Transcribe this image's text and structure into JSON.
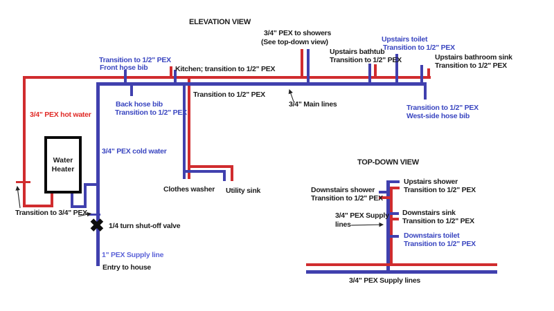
{
  "colors": {
    "hot_pipe": "#d02c2e",
    "cold_pipe": "#4040ae",
    "hot_text": "#e02a26",
    "cold_text": "#3a46c0",
    "supply_text": "#5c63d8",
    "ink": "#1c1c1c",
    "background": "#ffffff"
  },
  "icons": {
    "shutoff_valve": "✖"
  },
  "elevation": {
    "title": "ELEVATION VIEW",
    "labels": {
      "showers": {
        "line1": "3/4\" PEX to showers",
        "line2": "(See top-down view)"
      },
      "upstairs_bathtub": {
        "line1": "Upstairs bathtub",
        "line2": "Transition to 1/2\" PEX"
      },
      "upstairs_toilet": {
        "line1": "Upstairs toilet",
        "line2": "Transition to 1/2\" PEX"
      },
      "upstairs_bathroom_sink": {
        "line1": "Upstairs bathroom sink",
        "line2": "Transition to 1/2\" PEX"
      },
      "west_hose_bib": {
        "line1": "Transition to 1/2\" PEX",
        "line2": "West-side hose bib"
      },
      "front_hose_bib": {
        "line1": "Transition to 1/2\" PEX",
        "line2": "Front hose bib"
      },
      "back_hose_bib": {
        "line1": "Back hose bib",
        "line2": "Transition to 1/2\" PEX"
      },
      "kitchen": "Kitchen; transition to 1/2\" PEX",
      "washer_transition": "Transition to 1/2\" PEX",
      "main_lines": "3/4\" Main lines",
      "hot_water": "3/4\" PEX hot water",
      "cold_water": "3/4\" PEX cold water",
      "water_heater": {
        "line1": "Water",
        "line2": "Heater"
      },
      "transition_34": "Transition to 3/4\" PEX",
      "shutoff_valve": "1/4 turn shut-off valve",
      "supply_line": "1\" PEX Supply line",
      "entry": "Entry to house",
      "clothes_washer": "Clothes washer",
      "utility_sink": "Utility sink"
    }
  },
  "top_down": {
    "title": "TOP-DOWN VIEW",
    "labels": {
      "upstairs_shower": {
        "line1": "Upstairs shower",
        "line2": "Transition to 1/2\" PEX"
      },
      "downstairs_shower": {
        "line1": "Downstairs shower",
        "line2": "Transition to 1/2\" PEX"
      },
      "downstairs_sink": {
        "line1": "Downstairs sink",
        "line2": "Transition to 1/2\" PEX"
      },
      "downstairs_toilet": {
        "line1": "Downstairs toilet",
        "line2": "Transition to 1/2\" PEX"
      },
      "supply_branch": {
        "line1": "3/4\" PEX Supply",
        "line2": "lines"
      },
      "supply_lines": "3/4\" PEX Supply lines"
    }
  }
}
